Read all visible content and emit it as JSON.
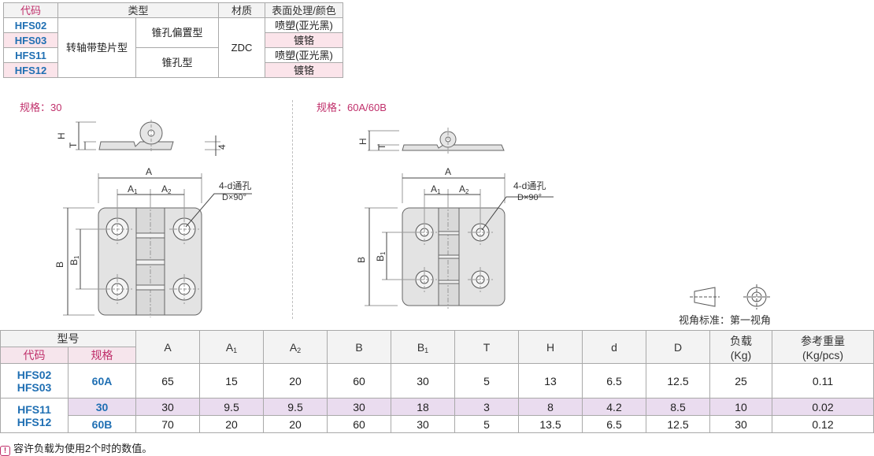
{
  "type_table": {
    "headers": [
      "代码",
      "类型",
      "材质",
      "表面处理/颜色"
    ],
    "codes": [
      "HFS02",
      "HFS03",
      "HFS11",
      "HFS12"
    ],
    "type_main": "转轴带垫片型",
    "subtype_offset": "锥孔偏置型",
    "subtype_taper": "锥孔型",
    "material": "ZDC",
    "finishes": [
      "喷塑(亚光黑)",
      "镀铬",
      "喷塑(亚光黑)",
      "镀铬"
    ]
  },
  "specs": {
    "left_label": "规格：30",
    "right_label": "规格：60A/60B",
    "dims": {
      "A": "A",
      "A1": "A",
      "A1_sub": "1",
      "A2": "A",
      "A2_sub": "2",
      "B": "B",
      "B1": "B",
      "B1_sub": "1",
      "H": "H",
      "T": "T",
      "four": "4",
      "hole_line1": "4-d通孔",
      "hole_line2": "D×90°"
    },
    "view_std": "视角标准：第一视角"
  },
  "main_table": {
    "header_model": "型号",
    "header_code": "代码",
    "header_spec": "规格",
    "columns": [
      {
        "main": "A",
        "sub": ""
      },
      {
        "main": "A",
        "sub": "1"
      },
      {
        "main": "A",
        "sub": "2"
      },
      {
        "main": "B",
        "sub": ""
      },
      {
        "main": "B",
        "sub": "1"
      },
      {
        "main": "T",
        "sub": ""
      },
      {
        "main": "H",
        "sub": ""
      },
      {
        "main": "d",
        "sub": ""
      },
      {
        "main": "D",
        "sub": ""
      }
    ],
    "load_h1": "负载",
    "load_h2": "(Kg)",
    "weight_h1": "参考重量",
    "weight_h2": "(Kg/pcs)",
    "group1_codes": [
      "HFS02",
      "HFS03"
    ],
    "group2_codes": [
      "HFS11",
      "HFS12"
    ],
    "rows": [
      {
        "spec": "60A",
        "vals": [
          "65",
          "15",
          "20",
          "60",
          "30",
          "5",
          "13",
          "6.5",
          "12.5",
          "25",
          "0.11"
        ]
      },
      {
        "spec": "30",
        "vals": [
          "30",
          "9.5",
          "9.5",
          "30",
          "18",
          "3",
          "8",
          "4.2",
          "8.5",
          "10",
          "0.02"
        ]
      },
      {
        "spec": "60B",
        "vals": [
          "70",
          "20",
          "20",
          "60",
          "30",
          "5",
          "13.5",
          "6.5",
          "12.5",
          "30",
          "0.12"
        ]
      }
    ]
  },
  "note": {
    "icon": "!",
    "text": "容许负载为使用2个时的数值。"
  }
}
